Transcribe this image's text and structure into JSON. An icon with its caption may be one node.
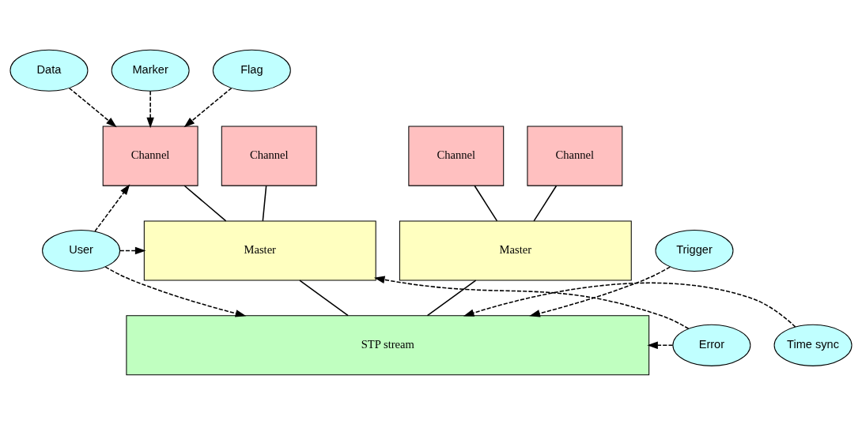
{
  "diagram": {
    "nodes": [
      {
        "text": [
          "Data"
        ]
      },
      {
        "text": [
          "Marker"
        ]
      },
      {
        "text": [
          "Flag"
        ]
      },
      {
        "text": [
          "Channel"
        ]
      },
      {
        "text": [
          "Channel"
        ]
      },
      {
        "text": [
          "Channel"
        ]
      },
      {
        "text": [
          "Channel"
        ]
      },
      {
        "text": [
          "User"
        ]
      },
      {
        "text": [
          "Master"
        ]
      },
      {
        "text": [
          "Master"
        ]
      },
      {
        "text": [
          "Trigger"
        ]
      },
      {
        "text": [
          "Error"
        ]
      },
      {
        "text": [
          "STP stream"
        ]
      },
      {
        "text": [
          "Time sync"
        ]
      }
    ],
    "edges": [
      {
        "from": 1,
        "to": 3,
        "arrow": "to",
        "style": "dashed"
      },
      {
        "from": 0,
        "to": 3,
        "arrow": "to",
        "style": "dashed"
      },
      {
        "from": 2,
        "to": 3,
        "arrow": "to",
        "style": "dashed"
      },
      {
        "from": 3,
        "to": 8,
        "arrow": "none"
      },
      {
        "from": 4,
        "to": 8,
        "arrow": "none"
      },
      {
        "from": 5,
        "to": 9,
        "arrow": "none"
      },
      {
        "from": 6,
        "to": 9,
        "arrow": "none"
      },
      {
        "from": 7,
        "to": 3,
        "arrow": "to",
        "style": "dashed"
      },
      {
        "from": 7,
        "to": 8,
        "arrow": "to",
        "style": "dashed"
      },
      {
        "from": 7,
        "to": 12,
        "arrow": "to",
        "style": "dashed"
      },
      {
        "from": 11,
        "to": 8,
        "arrow": "to",
        "style": "dashed"
      },
      {
        "from": 11,
        "to": 12,
        "arrow": "to",
        "style": "dashed"
      },
      {
        "from": 8,
        "to": 12,
        "arrow": "none"
      },
      {
        "from": 9,
        "to": 12,
        "arrow": "none"
      },
      {
        "from": 10,
        "to": 12,
        "arrow": "to",
        "style": "dashed"
      },
      {
        "from": 13,
        "to": 12,
        "arrow": "to",
        "style": "dashed"
      }
    ]
  }
}
